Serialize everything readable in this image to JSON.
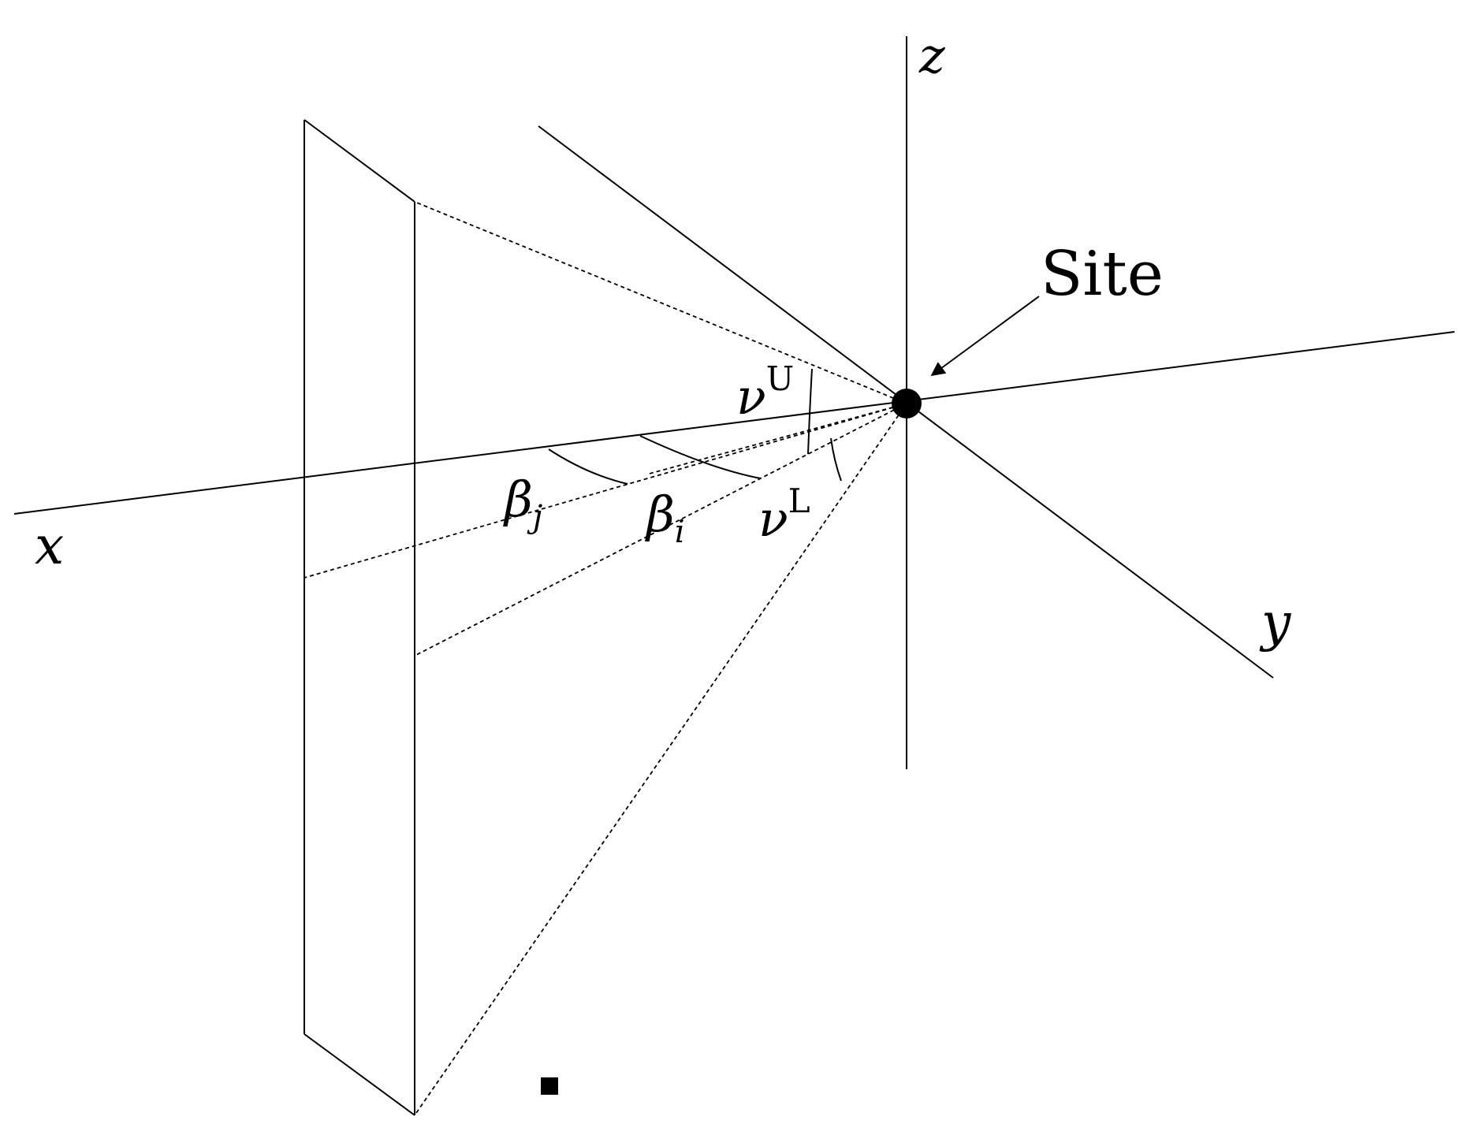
{
  "labels": {
    "axis_x": "x",
    "axis_y": "y",
    "axis_z": "z",
    "site": "Site",
    "nu_upper_base": "ν",
    "nu_upper_sup": "U",
    "nu_lower_base": "ν",
    "nu_lower_sup": "L",
    "beta_j_base": "β",
    "beta_j_sub": "j",
    "beta_i_base": "β",
    "beta_i_sub": "i"
  }
}
